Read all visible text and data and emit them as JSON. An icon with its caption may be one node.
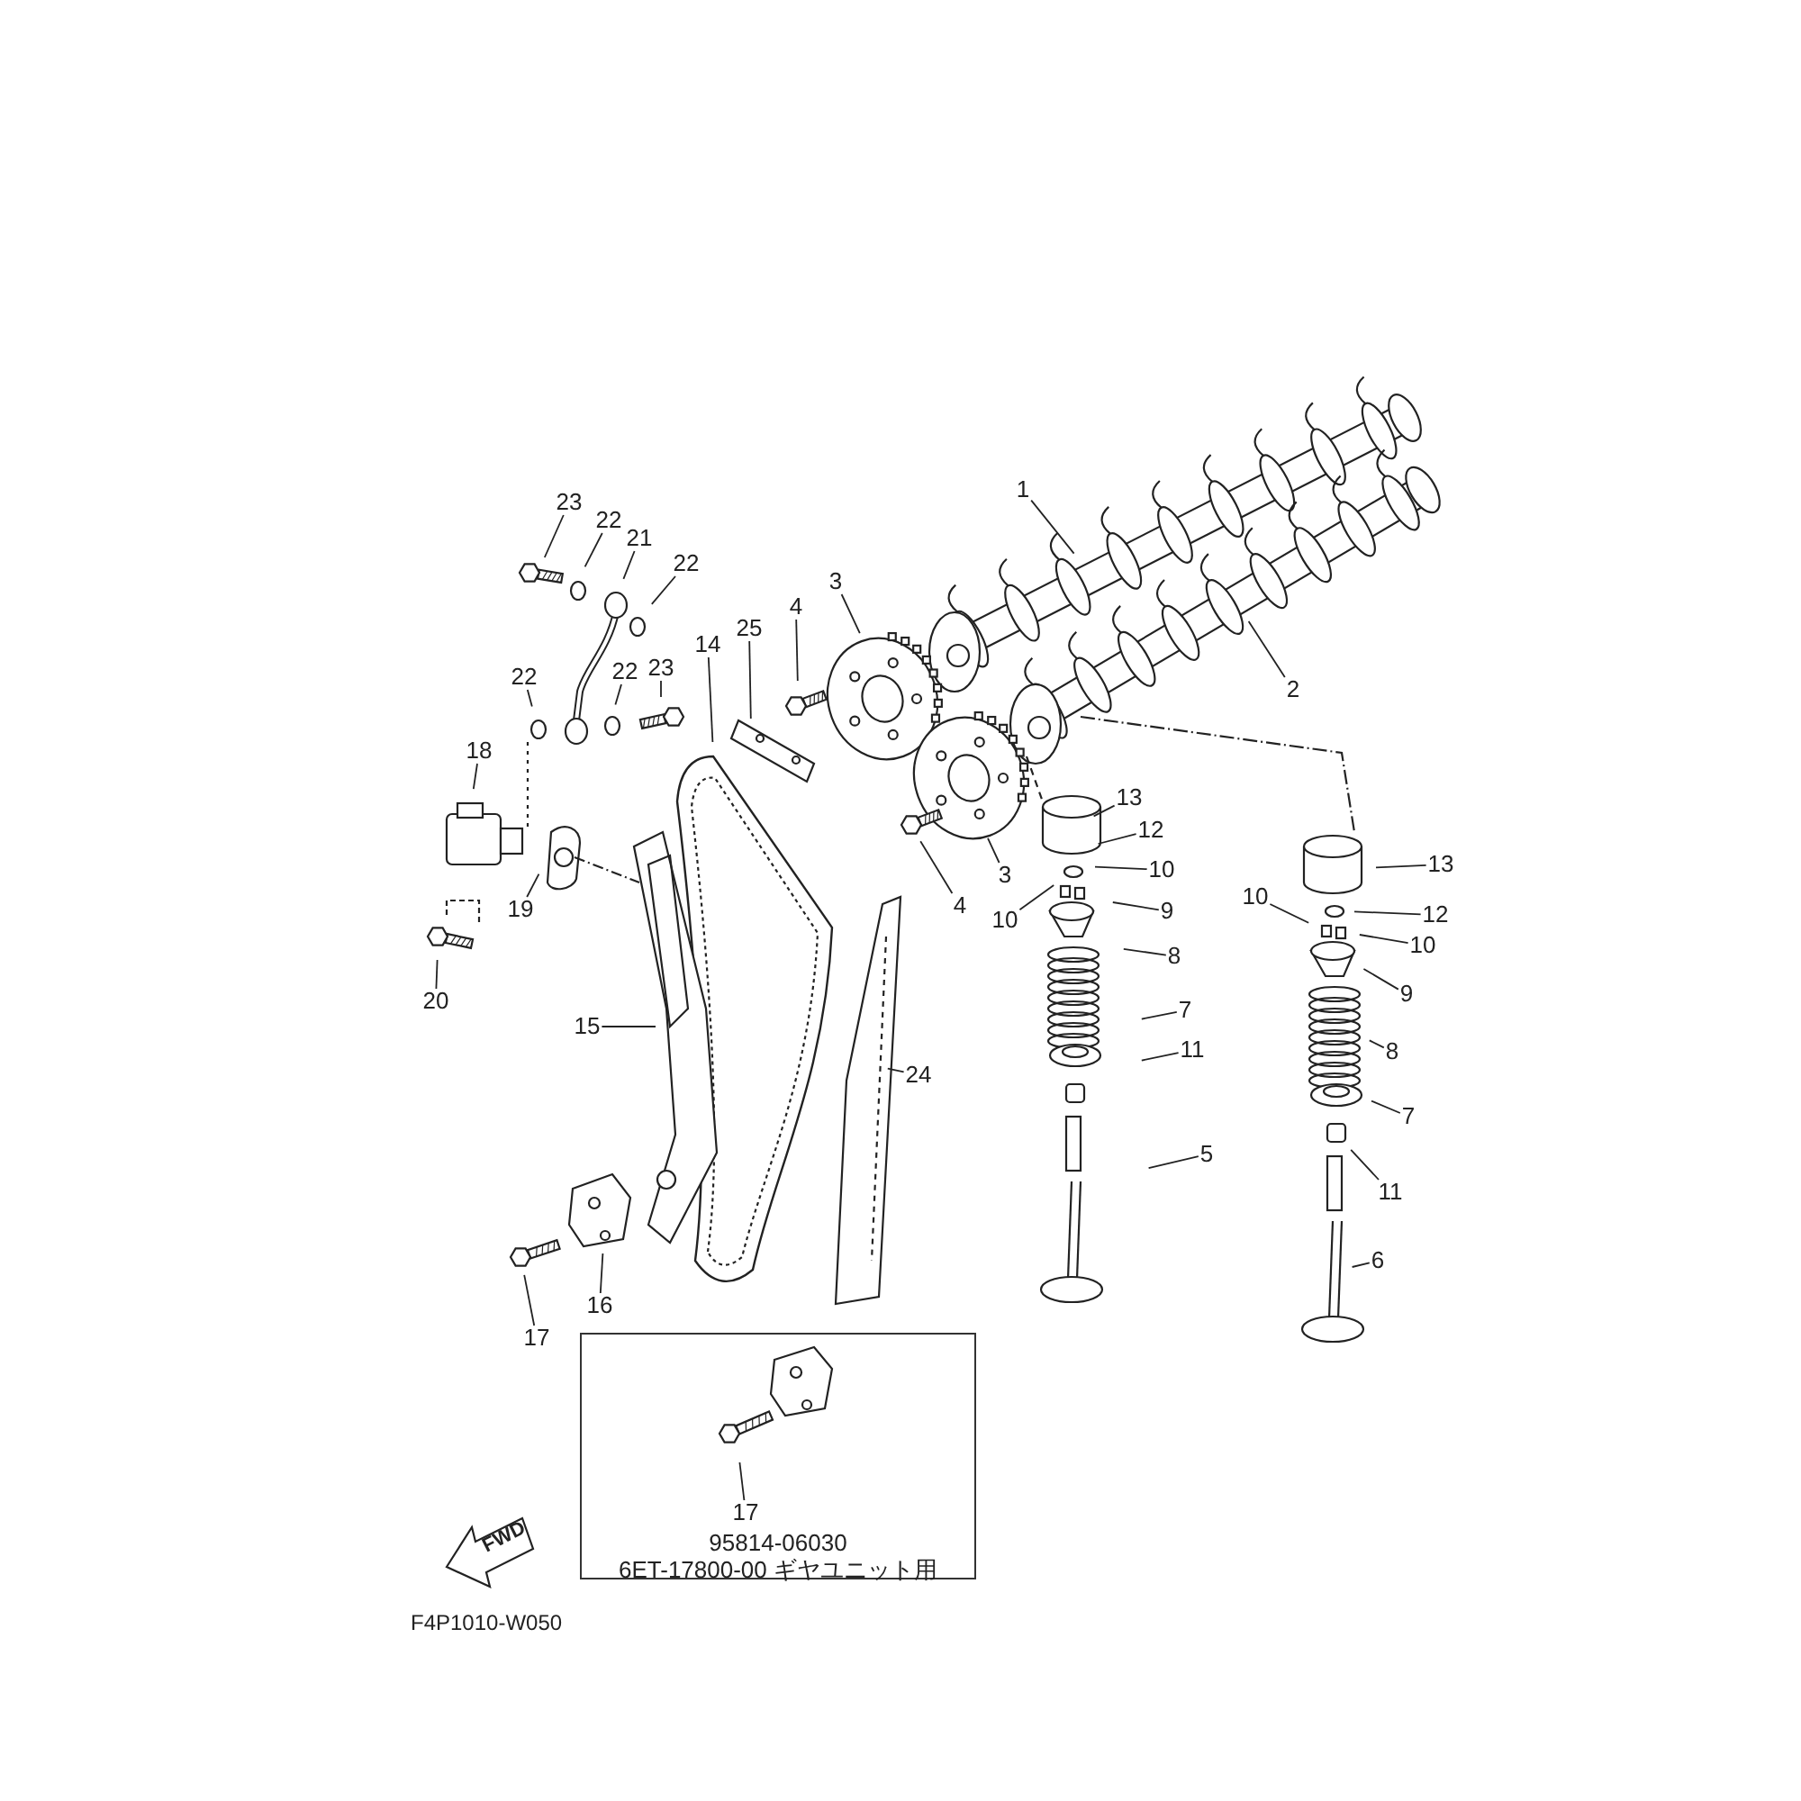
{
  "diagram": {
    "nodes": [
      {
        "text": [
          "23"
        ]
      },
      {
        "text": [
          "22"
        ]
      },
      {
        "text": [
          "21"
        ]
      },
      {
        "text": [
          "22"
        ]
      },
      {
        "text": [
          "1"
        ]
      },
      {
        "text": [
          "3"
        ]
      },
      {
        "text": [
          "4"
        ]
      },
      {
        "text": [
          "25"
        ]
      },
      {
        "text": [
          "14"
        ]
      },
      {
        "text": [
          "22"
        ]
      },
      {
        "text": [
          "22"
        ]
      },
      {
        "text": [
          "23"
        ]
      },
      {
        "text": [
          "2"
        ]
      },
      {
        "text": [
          "18"
        ]
      },
      {
        "text": [
          "13"
        ]
      },
      {
        "text": [
          "12"
        ]
      },
      {
        "text": [
          "10"
        ]
      },
      {
        "text": [
          "3"
        ]
      },
      {
        "text": [
          "4"
        ]
      },
      {
        "text": [
          "13"
        ]
      },
      {
        "text": [
          "10"
        ]
      },
      {
        "text": [
          "19"
        ]
      },
      {
        "text": [
          "9"
        ]
      },
      {
        "text": [
          "12"
        ]
      },
      {
        "text": [
          "10"
        ]
      },
      {
        "text": [
          "10"
        ]
      },
      {
        "text": [
          "8"
        ]
      },
      {
        "text": [
          "9"
        ]
      },
      {
        "text": [
          "20"
        ]
      },
      {
        "text": [
          "7"
        ]
      },
      {
        "text": [
          "15"
        ]
      },
      {
        "text": [
          "11"
        ]
      },
      {
        "text": [
          "8"
        ]
      },
      {
        "text": [
          "24"
        ]
      },
      {
        "text": [
          "7"
        ]
      },
      {
        "text": [
          "5"
        ]
      },
      {
        "text": [
          "11"
        ]
      },
      {
        "text": [
          "6"
        ]
      },
      {
        "text": [
          "16"
        ]
      },
      {
        "text": [
          "17"
        ]
      },
      {
        "text": [
          "95814-06030",
          "6ET-17800-00 ギヤユニット用"
        ]
      },
      {
        "text": [
          "17"
        ],
        "in": 40
      }
    ],
    "edges": [
      {
        "from": 0,
        "to": null,
        "arrow": "none"
      },
      {
        "from": 1,
        "to": null,
        "arrow": "none"
      },
      {
        "from": 2,
        "to": null,
        "arrow": "none"
      },
      {
        "from": 3,
        "to": null,
        "arrow": "none"
      },
      {
        "from": 4,
        "to": null,
        "arrow": "none"
      },
      {
        "from": 5,
        "to": null,
        "arrow": "none"
      },
      {
        "from": 6,
        "to": null,
        "arrow": "none"
      },
      {
        "from": 7,
        "to": null,
        "arrow": "none"
      },
      {
        "from": 8,
        "to": null,
        "arrow": "none"
      },
      {
        "from": 9,
        "to": null,
        "arrow": "none"
      },
      {
        "from": 10,
        "to": null,
        "arrow": "none"
      },
      {
        "from": 11,
        "to": null,
        "arrow": "none"
      },
      {
        "from": 12,
        "to": null,
        "arrow": "none"
      },
      {
        "from": 13,
        "to": null,
        "arrow": "none"
      },
      {
        "from": 14,
        "to": null,
        "arrow": "none"
      },
      {
        "from": 15,
        "to": null,
        "arrow": "none"
      },
      {
        "from": 16,
        "to": null,
        "arrow": "none"
      },
      {
        "from": 17,
        "to": null,
        "arrow": "none"
      },
      {
        "from": 18,
        "to": null,
        "arrow": "none"
      },
      {
        "from": 19,
        "to": null,
        "arrow": "none"
      },
      {
        "from": 20,
        "to": null,
        "arrow": "none"
      },
      {
        "from": 21,
        "to": null,
        "arrow": "none"
      },
      {
        "from": 22,
        "to": null,
        "arrow": "none"
      },
      {
        "from": 23,
        "to": null,
        "arrow": "none"
      },
      {
        "from": 24,
        "to": null,
        "arrow": "none"
      },
      {
        "from": 25,
        "to": null,
        "arrow": "none"
      },
      {
        "from": 26,
        "to": null,
        "arrow": "none"
      },
      {
        "from": 27,
        "to": null,
        "arrow": "none"
      },
      {
        "from": 28,
        "to": null,
        "arrow": "none"
      },
      {
        "from": 29,
        "to": null,
        "arrow": "none"
      },
      {
        "from": 30,
        "to": null,
        "arrow": "none"
      },
      {
        "from": 31,
        "to": null,
        "arrow": "none"
      },
      {
        "from": 32,
        "to": null,
        "arrow": "none"
      },
      {
        "from": 33,
        "to": null,
        "arrow": "none"
      },
      {
        "from": 34,
        "to": null,
        "arrow": "none"
      },
      {
        "from": 35,
        "to": null,
        "arrow": "none"
      },
      {
        "from": 36,
        "to": null,
        "arrow": "none"
      },
      {
        "from": 37,
        "to": null,
        "arrow": "none"
      },
      {
        "from": 38,
        "to": null,
        "arrow": "none"
      },
      {
        "from": 39,
        "to": null,
        "arrow": "none"
      },
      {
        "from": 41,
        "to": null,
        "arrow": "none"
      }
    ],
    "labels": [
      "FWD",
      "F4P1010-W050"
    ]
  }
}
